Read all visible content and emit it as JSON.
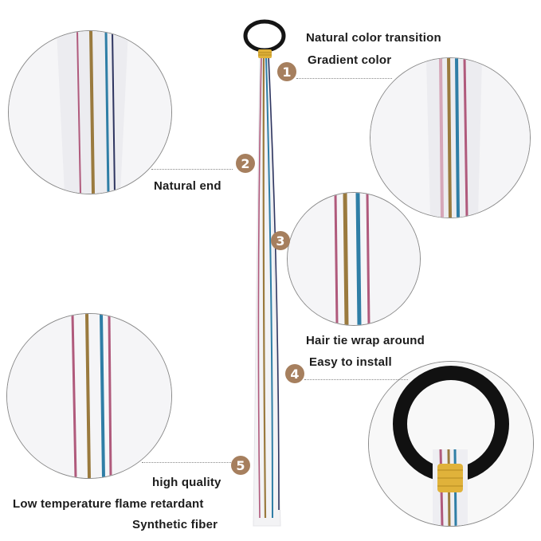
{
  "callouts": [
    {
      "number": "1",
      "lines": [
        "Natural color transition",
        "Gradient color"
      ]
    },
    {
      "number": "2",
      "lines": [
        "Natural end"
      ]
    },
    {
      "number": "3",
      "lines": []
    },
    {
      "number": "4",
      "lines": [
        "Hair tie wrap around",
        "Easy to install"
      ]
    },
    {
      "number": "5",
      "lines": [
        "high quality",
        "Low temperature flame retardant",
        "Synthetic fiber"
      ]
    }
  ],
  "colors": {
    "badge": "#a67f5e",
    "strand_pink": "#b05a7c",
    "strand_gold": "#9a7a3e",
    "strand_blue": "#2f7ea6",
    "strand_navy": "#2e3560",
    "hair": "#f2f2f4",
    "tie": "#151515",
    "wrap": "#e0b23a"
  },
  "icons": [
    "hair-tie-icon",
    "ponytail-extension-icon"
  ]
}
